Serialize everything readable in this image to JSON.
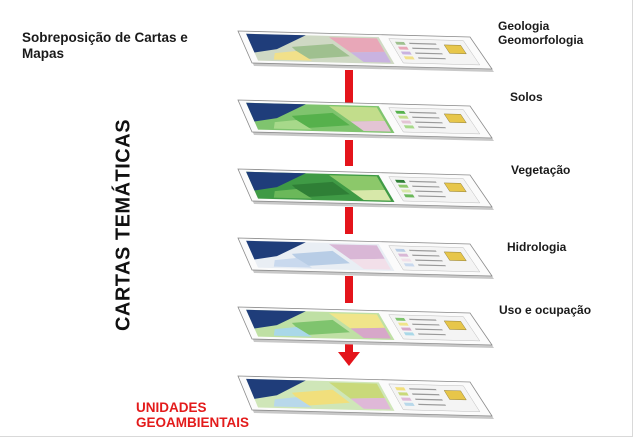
{
  "title": "Sobreposição de Cartas e Mapas",
  "vertical_label": "CARTAS TEMÁTICAS",
  "layers": [
    {
      "label_lines": [
        "Geologia",
        "Geomorfologia"
      ],
      "palette": "geology"
    },
    {
      "label_lines": [
        "Solos"
      ],
      "palette": "soils"
    },
    {
      "label_lines": [
        "Vegetação"
      ],
      "palette": "vegetation"
    },
    {
      "label_lines": [
        "Hidrologia"
      ],
      "palette": "hydrology"
    },
    {
      "label_lines": [
        "Uso e ocupação"
      ],
      "palette": "landuse"
    }
  ],
  "result": {
    "label_lines": [
      "UNIDADES",
      "GEOAMBIENTAIS"
    ],
    "palette": "result"
  },
  "colors": {
    "arrow": "#e4141b",
    "result_text": "#e31b1b",
    "ocean": "#1f3d7a",
    "sheet_border": "#8c8c8c"
  }
}
